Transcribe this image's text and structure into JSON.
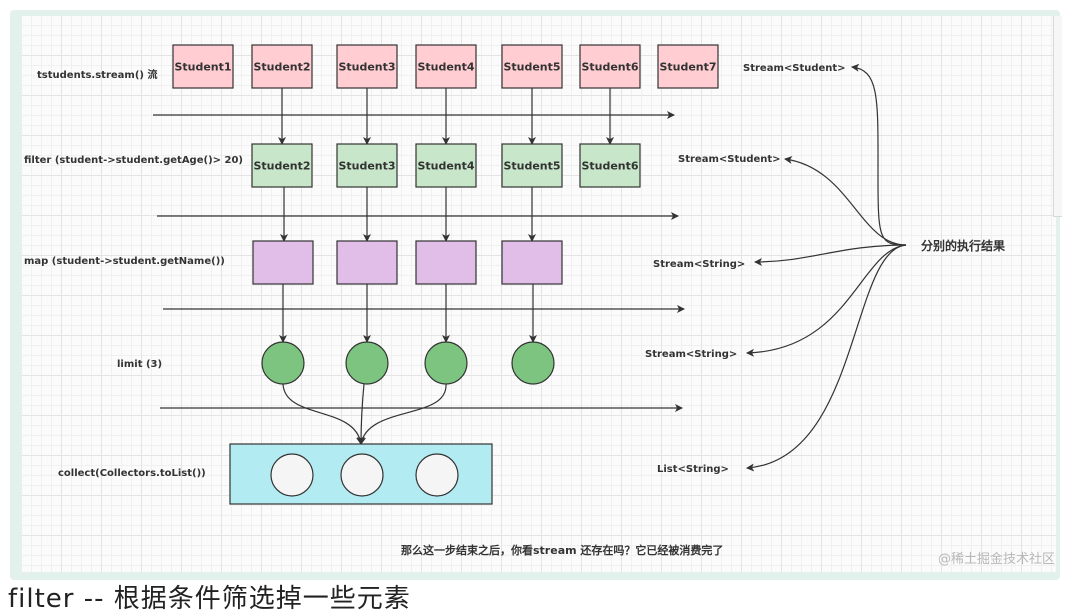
{
  "diagram": {
    "title_note": "那么这一步结束之后，你看stream 还存在吗？它已经被消费完了",
    "watermark": "@稀土掘金技术社区",
    "result_label": "分别的执行结果",
    "colors": {
      "source": "#ffcdd2",
      "filter": "#c8e6c9",
      "map": "#e1bee7",
      "limit": "#7cc47f",
      "collect": "#b2ebf2",
      "collect_item": "#f5f5f5",
      "stroke": "#333333",
      "frame": "#e3f1ec"
    },
    "stages": [
      {
        "id": "source",
        "label": "tstudents.stream() 流",
        "shape": "box",
        "items": [
          "Student1",
          "Student2",
          "Student3",
          "Student4",
          "Student5",
          "Student6",
          "Student7"
        ],
        "result_type": "Stream<Student>"
      },
      {
        "id": "filter",
        "label": "filter (student->student.getAge()> 20)",
        "shape": "box",
        "items": [
          "Student2",
          "Student3",
          "Student4",
          "Student5",
          "Student6"
        ],
        "result_type": "Stream<Student>"
      },
      {
        "id": "map",
        "label": "map (student->student.getName())",
        "shape": "box",
        "items": [
          "",
          "",
          "",
          ""
        ],
        "result_type": "Stream<String>"
      },
      {
        "id": "limit",
        "label": "limit (3)",
        "shape": "circle",
        "items": [
          "",
          "",
          "",
          ""
        ],
        "result_type": "Stream<String>"
      },
      {
        "id": "collect",
        "label": "collect(Collectors.toList())",
        "shape": "container",
        "items": [
          "",
          "",
          ""
        ],
        "result_type": "List<String>"
      }
    ]
  },
  "page": {
    "footer_text": "filter -- 根据条件筛选掉一些元素"
  }
}
